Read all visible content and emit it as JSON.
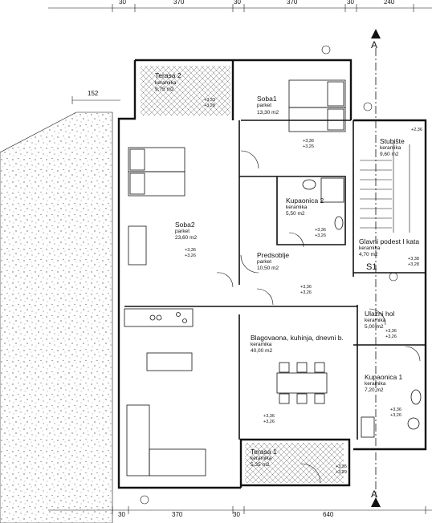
{
  "dimensions": {
    "top": [
      "30",
      "370",
      "30",
      "370",
      "30",
      "240"
    ],
    "bottom": [
      "30",
      "370",
      "30",
      "640"
    ],
    "left_offset": "152"
  },
  "section_marker": "A",
  "stair_label": "S1",
  "rooms": {
    "terasa2": {
      "name": "Terasa 2",
      "floor": "keramika",
      "area": "9,75 m2",
      "lvl_top": "+3,33",
      "lvl_bot": "+3,28"
    },
    "soba1": {
      "name": "Soba1",
      "floor": "parket",
      "area": "13,30 m2",
      "lvl_top": "+3,36",
      "lvl_bot": "+3,26"
    },
    "stubiste": {
      "name": "Stubište",
      "floor": "keramika",
      "area": "9,60 m2",
      "lvl": "+2,36"
    },
    "kupaonica2": {
      "name": "Kupaonica 2",
      "floor": "keramika",
      "area": "5,50 m2",
      "lvl_top": "+3,36",
      "lvl_bot": "+3,26"
    },
    "soba2": {
      "name": "Soba2",
      "floor": "parket",
      "area": "23,60 m2",
      "lvl_top": "+3,36",
      "lvl_bot": "+3,26"
    },
    "predsoblje": {
      "name": "Predsoblje",
      "floor": "parket",
      "area": "10,50 m2",
      "lvl_top": "+3,36",
      "lvl_bot": "+3,26"
    },
    "podest": {
      "name": "Glavni podest I kata",
      "floor": "keramika",
      "area": "4,70 m2",
      "lvl_top": "+3,38",
      "lvl_bot": "+3,28"
    },
    "ulazni_hol": {
      "name": "Ulazni hol",
      "floor": "keramika",
      "area": "5,00 m2",
      "lvl_top": "+3,36",
      "lvl_bot": "+3,26"
    },
    "blagovaona": {
      "name": "Blagovaona, kuhinja, dnevni b.",
      "floor": "keramika",
      "area": "40,00 m2",
      "lvl_top": "+3,36",
      "lvl_bot": "+3,26"
    },
    "kupaonica1": {
      "name": "Kupaonica 1",
      "floor": "keramika",
      "area": "7,20 m2",
      "lvl_top": "+3,36",
      "lvl_bot": "+3,26"
    },
    "terasa1": {
      "name": "Terasa 1",
      "floor": "keramika",
      "area": "5,35 m2",
      "lvl_top": "+3,35",
      "lvl_bot": "+3,29"
    }
  }
}
